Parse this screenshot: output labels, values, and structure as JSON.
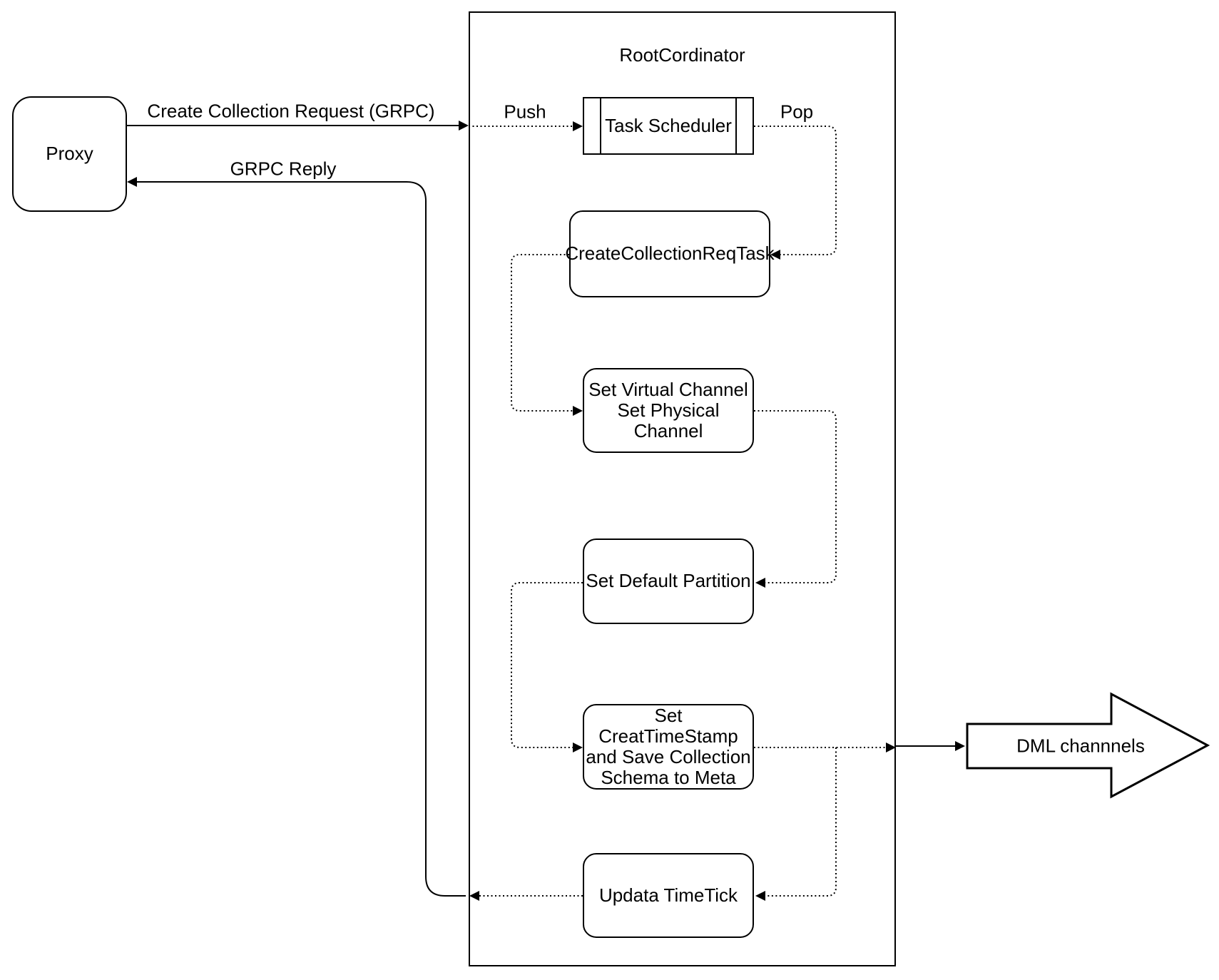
{
  "diagram": {
    "background_color": "#ffffff",
    "stroke_color": "#000000",
    "proxy": {
      "label": "Proxy"
    },
    "root_coordinator": {
      "title": "RootCordinator",
      "task_scheduler": {
        "label": "Task Scheduler"
      },
      "steps": [
        {
          "label": "CreateCollectionReqTask"
        },
        {
          "label": "Set Virtual Channel\nSet Physical Channel"
        },
        {
          "label": "Set Default Partition"
        },
        {
          "label": "Set CreatTimeStamp\nand Save Collection\nSchema to Meta"
        },
        {
          "label": "Updata TimeTick"
        }
      ]
    },
    "edge_labels": {
      "request": "Create Collection Request (GRPC)",
      "reply": "GRPC Reply",
      "push": "Push",
      "pop": "Pop"
    },
    "dml": {
      "label": "DML channnels"
    }
  }
}
